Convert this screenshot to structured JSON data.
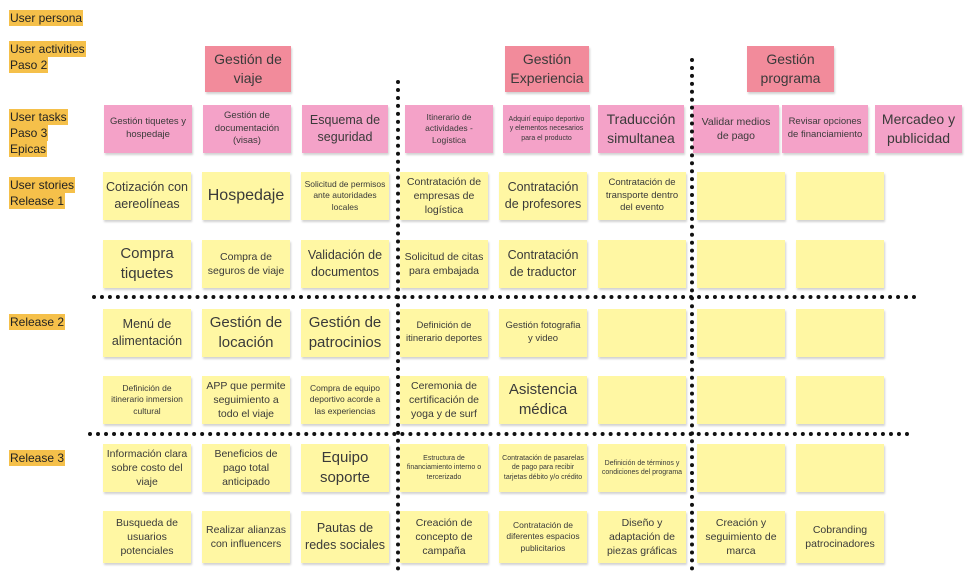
{
  "row_labels": {
    "persona": "User persona",
    "activities": "User activities",
    "activities_step": "Paso 2",
    "tasks": "User tasks",
    "tasks_step": "Paso 3",
    "tasks_epics": "Epicas",
    "stories": "User stories",
    "release1": "Release 1",
    "release2": "Release 2",
    "release3": "Release 3"
  },
  "activities": [
    "Gestión de viaje",
    "Gestión Experiencia",
    "Gestión programa"
  ],
  "tasks": [
    "Gestión tiquetes y hospedaje",
    "Gestión de documentación (visas)",
    "Esquema de seguridad",
    "Itinerario de actividades - Logística",
    "Adquirí equipo deportivo y elementos necesarios para el producto",
    "Traducción simultanea",
    "Validar medios de pago",
    "Revisar opciones de financiamiento",
    "Mercadeo y publicidad"
  ],
  "stories": {
    "r1a": [
      "Cotización con aereolíneas",
      "Hospedaje",
      "Solicitud de permisos ante autoridades locales",
      "Contratación de empresas de logística",
      "Contratación de profesores",
      "Contratación de transporte dentro del evento",
      "",
      ""
    ],
    "r1b": [
      "Compra tiquetes",
      "Compra de seguros de viaje",
      "Validación de documentos",
      "Solicitud de citas para embajada",
      "Contratación de traductor",
      "",
      "",
      ""
    ],
    "r2a": [
      "Menú de alimentación",
      "Gestión de locación",
      "Gestión de patrocinios",
      "Definición de itinerario deportes",
      "Gestión fotografia y video",
      "",
      "",
      ""
    ],
    "r2b": [
      "Definición de itinerario inmersion cultural",
      "APP que permite seguimiento a todo el viaje",
      "Compra de equipo deportivo acorde a las experiencias",
      "Ceremonia de certificación de yoga y de surf",
      "Asistencia médica",
      "",
      "",
      ""
    ],
    "r3a": [
      "Información clara sobre costo del viaje",
      "Beneficios de pago total anticipado",
      "Equipo soporte",
      "Estructura de financiamiento interno o tercerizado",
      "Contratación de pasarelas de pago para recibir tarjetas débito y/o crédito",
      "Definición de términos y condiciones del programa",
      "",
      ""
    ],
    "r3b": [
      "Busqueda de usuarios potenciales",
      "Realizar alianzas con influencers",
      "Pautas de redes sociales",
      "Creación de concepto de campaña",
      "Contratación de diferentes espacios publicitarios",
      "Diseño y adaptación de piezas gráficas",
      "Creación y seguimiento de marca",
      "Cobranding patrocinadores"
    ]
  },
  "colors": {
    "label_bg": "#f5c04a",
    "activity_note": "#f28b9b",
    "task_note": "#f4a2c8",
    "story_note": "#fff7a3"
  }
}
